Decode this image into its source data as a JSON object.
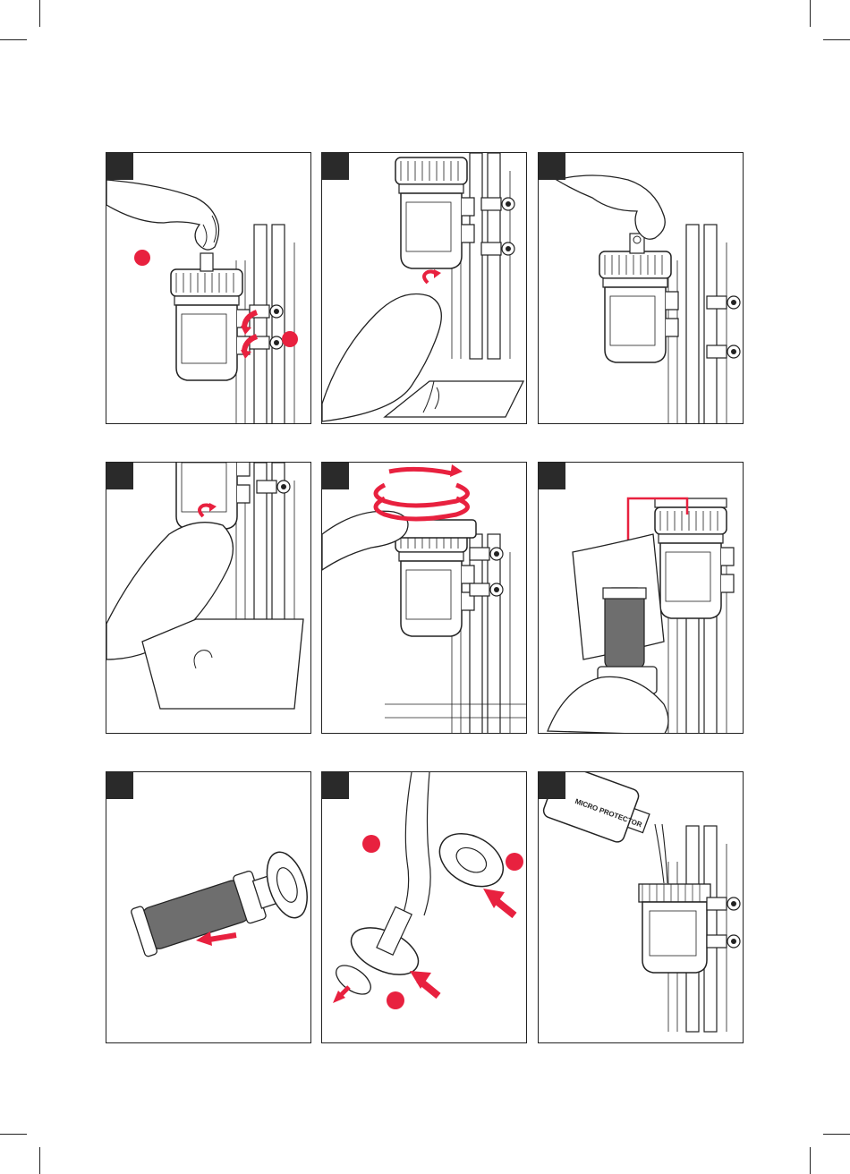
{
  "colors": {
    "line": "#222222",
    "accent_red": "#e8213f",
    "filter_grey": "#6e6e6e",
    "step_tab": "#2a2a2a"
  },
  "bottle_label": "MICRO PROTECTOR",
  "panels": [
    {
      "step": "",
      "name": "squeeze-lift-cap"
    },
    {
      "step": "",
      "name": "unscrew-drain-plug"
    },
    {
      "step": "",
      "name": "refit-cap"
    },
    {
      "step": "",
      "name": "drain-into-tray"
    },
    {
      "step": "",
      "name": "unscrew-housing-with-spanner"
    },
    {
      "step": "",
      "name": "replace-filter-sleeve"
    },
    {
      "step": "",
      "name": "remove-filter-sleeve"
    },
    {
      "step": "",
      "name": "rinse-components"
    },
    {
      "step": "",
      "name": "refill-with-protector"
    }
  ]
}
